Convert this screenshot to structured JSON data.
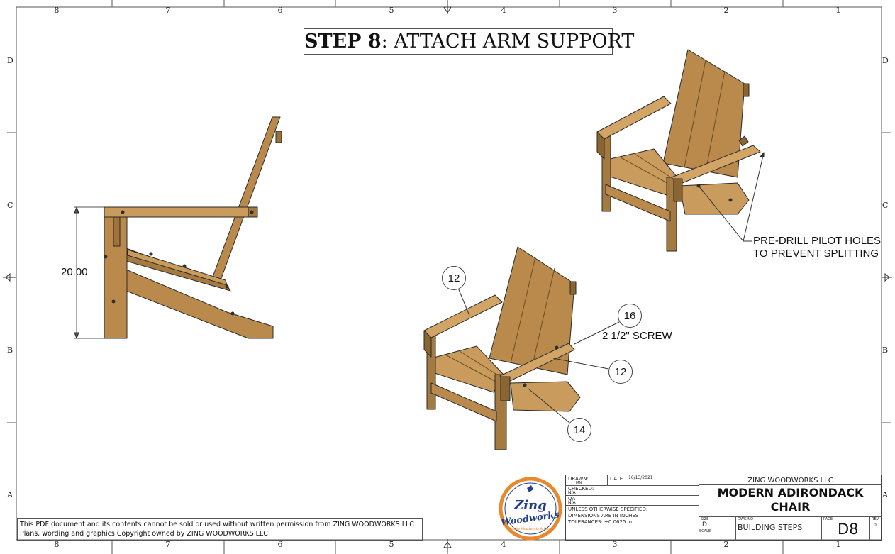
{
  "step_title": {
    "bold": "STEP 8",
    "rest": ": ATTACH ARM SUPPORT"
  },
  "zones": {
    "columns": [
      "8",
      "7",
      "6",
      "5",
      "4",
      "3",
      "2",
      "1"
    ],
    "rows": [
      "D",
      "C",
      "B",
      "A"
    ]
  },
  "dimension": "20.00",
  "callouts": {
    "predrill_line1": "PRE-DRILL PILOT HOLES",
    "predrill_line2": "TO PREVENT SPLITTING",
    "screw": "2 1/2\" SCREW"
  },
  "balloons": {
    "b1": "12",
    "b2": "16",
    "b3": "12",
    "b4": "14"
  },
  "notice": {
    "line1": "This PDF document and its contents cannot be sold or used without written permission from ZING WOODWORKS LLC",
    "line2": "Plans, wording and graphics Copyright owned by ZING WOODWORKS LLC"
  },
  "logo": {
    "word1": "Zing",
    "word2": "Woodworks",
    "tagline": "Quality Woodworks & Plans"
  },
  "title_block": {
    "drawn_label": "DRAWN:",
    "drawn_by": "MN",
    "date_label": "DATE",
    "date_value": "10/13/2021",
    "checked_label": "CHECKED:",
    "checked_value": "N/A",
    "qa_label": "QA",
    "qa_value": "N/A",
    "spec1": "UNLESS OTHERWISE SPECIFIED:",
    "spec2": "DIMENSIONS ARE IN INCHES",
    "spec3": "TOLERANCES: ±0.0625 in",
    "company": "ZING WOODWORKS LLC",
    "drawing_title_1": "MODERN ADIRONDACK",
    "drawing_title_2": "CHAIR",
    "size_label": "SIZE",
    "size_value": "D",
    "scale_label": "SCALE",
    "dwg_label": "DWG NO",
    "dwg_value": "BUILDING STEPS",
    "page_label": "PAGE",
    "page_value": "D8",
    "rev_label": "REV",
    "rev_value": "0"
  },
  "colors": {
    "wood": "#b98a4c",
    "wood_dark": "#8a6530",
    "wood_light": "#d2a566",
    "line": "#2a2a2a"
  }
}
